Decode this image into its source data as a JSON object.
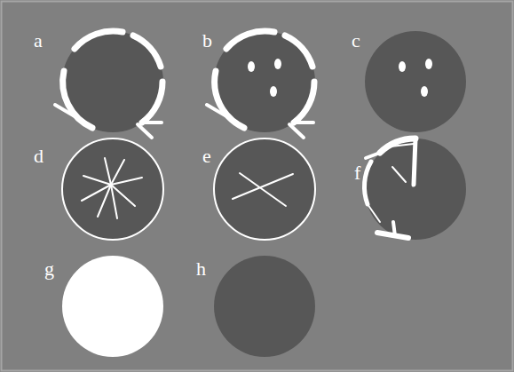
{
  "diagram": {
    "labels": [
      "a",
      "b",
      "c",
      "d",
      "e",
      "f",
      "g",
      "h"
    ]
  }
}
